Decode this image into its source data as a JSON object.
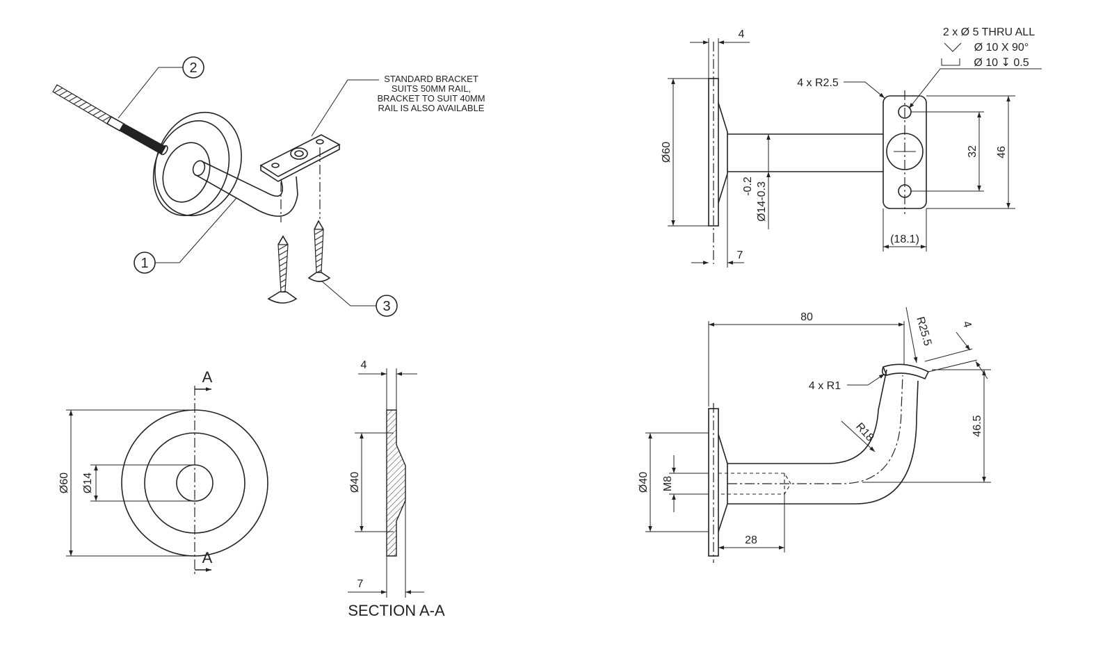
{
  "balloons": {
    "b1": "1",
    "b2": "2",
    "b3": "3"
  },
  "note": {
    "line1": "STANDARD BRACKET",
    "line2": "SUITS 50MM RAIL,",
    "line3": "BRACKET TO SUIT 40MM",
    "line4": "RAIL IS ALSO AVAILABLE"
  },
  "front_view": {
    "section_mark_top": "A",
    "section_mark_bottom": "A",
    "dim_outer": "Ø60",
    "dim_hole": "Ø14"
  },
  "section_view": {
    "dim_thickness_top": "4",
    "dim_thickness_bottom": "7",
    "dim_boss": "Ø40",
    "title": "SECTION A-A"
  },
  "top_right_view": {
    "dim_plate_thickness": "4",
    "dim_flange": "Ø60",
    "dim_rod_upper_tol": "-0.2",
    "dim_rod": "Ø14-0.3",
    "dim_boss_depth": "7",
    "callout_radius": "4 x R2.5",
    "hole_line1": "2 x Ø 5 THRU ALL",
    "hole_line2": "Ø 10 X 90°",
    "hole_line3": "Ø 10 ↧ 0.5",
    "dim_pitch": "32",
    "dim_height": "46",
    "dim_width": "(18.1)"
  },
  "bottom_right_view": {
    "dim_reach": "80",
    "dim_saddle_radius": "R25.5",
    "dim_saddle_thickness": "4",
    "callout_edge_radius": "4 x R1",
    "dim_bend_radius": "R18",
    "dim_rise": "46.5",
    "dim_flange": "Ø40",
    "dim_thread": "M8",
    "dim_thread_length": "28"
  }
}
